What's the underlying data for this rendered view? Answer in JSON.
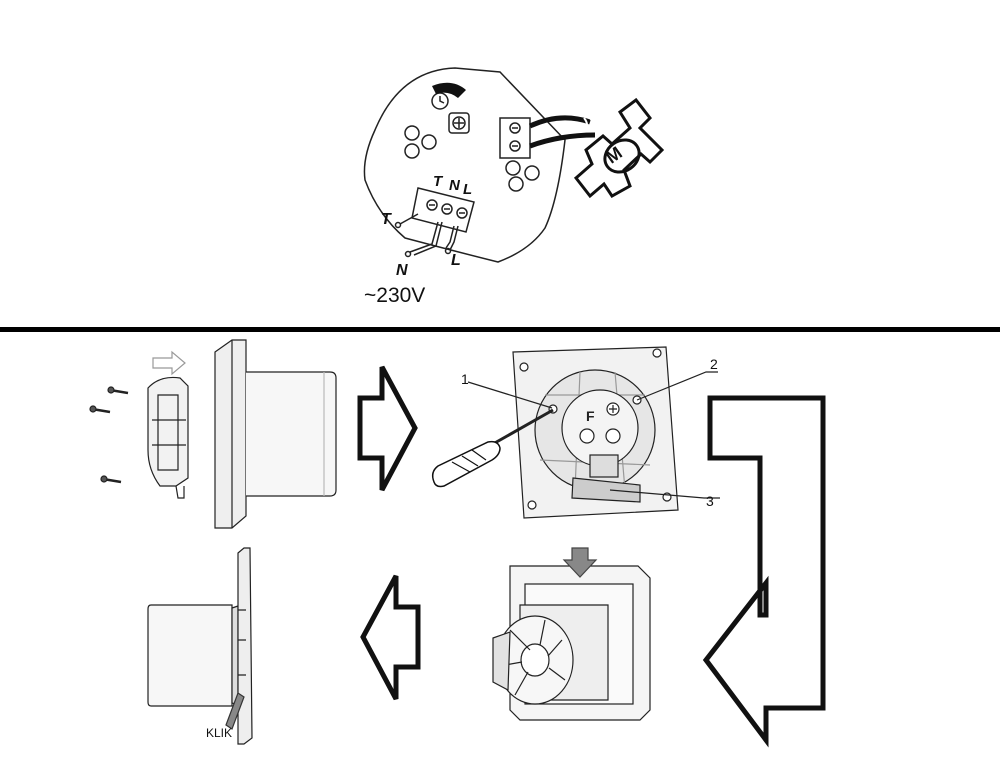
{
  "wiring": {
    "terminal_labels": {
      "t": "T",
      "n": "N",
      "l": "L"
    },
    "wire_labels": {
      "t": "T",
      "n": "N",
      "l": "L"
    },
    "motor_label": "M",
    "voltage": "~230V"
  },
  "assembly": {
    "callouts": [
      "1",
      "2",
      "3"
    ],
    "klik_label": "KLIK"
  },
  "colors": {
    "line": "#111111",
    "grey": "#8a8a8a",
    "panel": "#f4f4f4",
    "divider": "#000000"
  }
}
